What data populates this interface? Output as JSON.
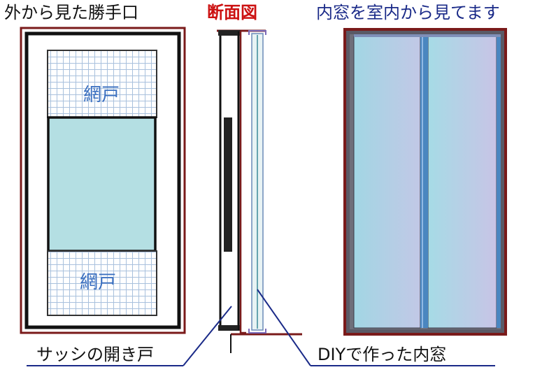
{
  "titles": {
    "outside_view": "外から見た勝手口",
    "section_view": "断面図",
    "inner_window_view": "内窓を室内から見てます"
  },
  "labels": {
    "screen_top": "網戸",
    "screen_bottom": "網戸"
  },
  "callouts": {
    "sash_door": "サッシの開き戸",
    "diy_window": "DIYで作った内窓"
  },
  "colors": {
    "frame_dark_red": "#7a1a1a",
    "glass": "#b4dfe3",
    "mesh_line": "#9fb8d8",
    "mesh_label": "#3a6fc0",
    "section_title": "#cc1111",
    "inner_title": "#1a2a88",
    "inner_glass_left": "#a8d8e8",
    "inner_glass_right": "#c4c4e4",
    "inner_mullion": "#4a86c0"
  }
}
